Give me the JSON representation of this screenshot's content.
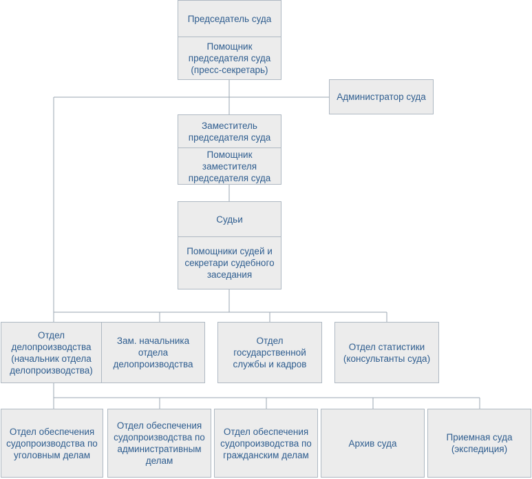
{
  "org_chart": {
    "chairman": "Председатель суда",
    "chairman_assistant": "Помощник председателя суда (пресс-секретарь)",
    "court_administrator": "Администратор суда",
    "deputy_chairman": "Заместитель председателя суда",
    "deputy_assistant": "Помощник заместителя председателя суда",
    "judges": "Судьи",
    "judges_assistants": "Помощники судей и секретари судебного заседания",
    "records_department": "Отдел делопроизводства (начальник отдела делопроизводства)",
    "records_deputy_head": "Зам. начальника отдела делопроизводства",
    "hr_department": "Отдел государственной службы и кадров",
    "statistics_department": "Отдел статистики (консультанты суда)",
    "criminal_support": "Отдел обеспечения судопроизводства по уголовным делам",
    "administrative_support": "Отдел обеспечения судопроизводства по административным делам",
    "civil_support": "Отдел обеспечения судопроизводства по гражданским делам",
    "archive": "Архив суда",
    "reception": "Приемная суда (экспедиция)"
  }
}
